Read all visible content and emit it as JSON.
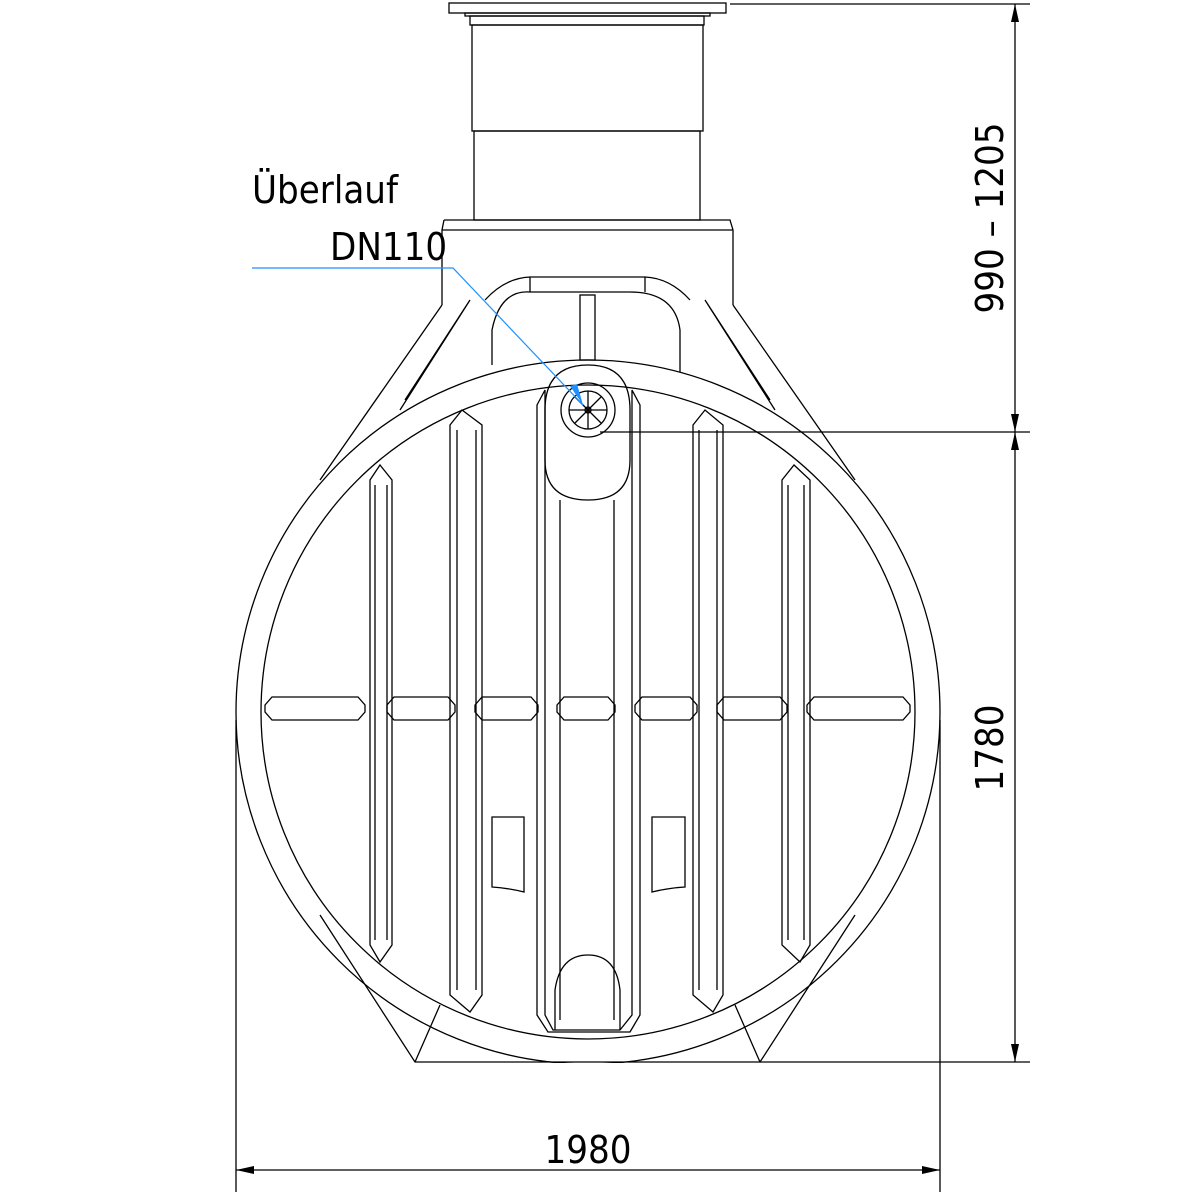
{
  "labels": {
    "overflow_title": "Überlauf",
    "overflow_size": "DN110"
  },
  "dimensions": {
    "shaft_height": "990 – 1205",
    "tank_height": "1780",
    "tank_width": "1980"
  },
  "colors": {
    "line": "#000000",
    "leader": "#1e90ff"
  }
}
